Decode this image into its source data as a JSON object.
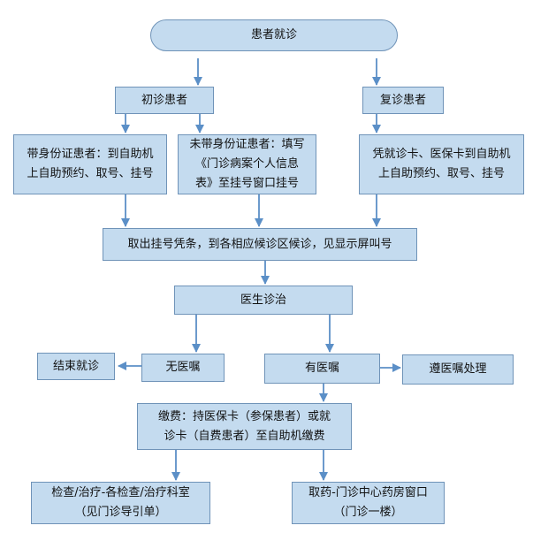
{
  "nodes": {
    "start": "患者就诊",
    "first_visit": "初诊患者",
    "return_visit": "复诊患者",
    "with_id": "带身份证患者：到自助机\n上自助预约、取号、挂号",
    "without_id": "未带身份证患者：填写\n《门诊病案个人信息\n表》至挂号窗口挂号",
    "return_kiosk": "凭就诊卡、医保卡到自助机\n上自助预约、取号、挂号",
    "take_voucher": "取出挂号凭条，到各相应候诊区候诊，见显示屏叫号",
    "diagnosis": "医生诊治",
    "no_order": "无医嘱",
    "end_visit": "结束就诊",
    "has_order": "有医嘱",
    "follow_order": "遵医嘱处理",
    "payment": "缴费：持医保卡（参保患者）或就\n诊卡（自费患者）至自助机缴费",
    "exam": "检查/治疗-各检查/治疗科室\n（见门诊导引单）",
    "pharmacy": "取药-门诊中心药房窗口\n（门诊一楼）"
  },
  "colors": {
    "box_fill": "#c4dbef",
    "box_border": "#6f93b8",
    "arrow": "#5b8fc7"
  }
}
